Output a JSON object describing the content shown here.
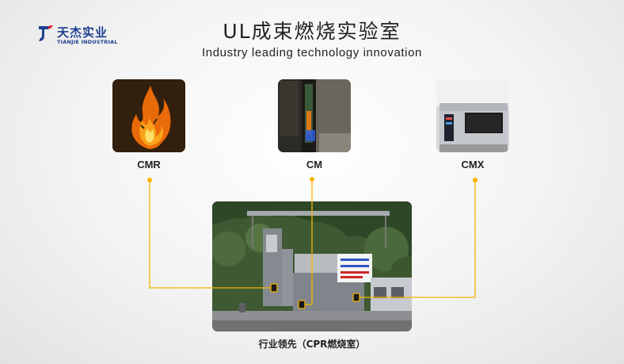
{
  "brand": {
    "name_cn": "天杰实业",
    "name_en": "TIANJIE INDUSTRIAL",
    "color": "#1d3f8f"
  },
  "header": {
    "title": "UL成束燃烧实验室",
    "subtitle": "Industry leading technology innovation"
  },
  "tests": [
    {
      "label": "CMR"
    },
    {
      "label": "CM"
    },
    {
      "label": "CMX"
    }
  ],
  "main": {
    "caption": "行业领先（CPR燃烧室）"
  },
  "colors": {
    "connector": "#f5b400",
    "text": "#222222"
  }
}
